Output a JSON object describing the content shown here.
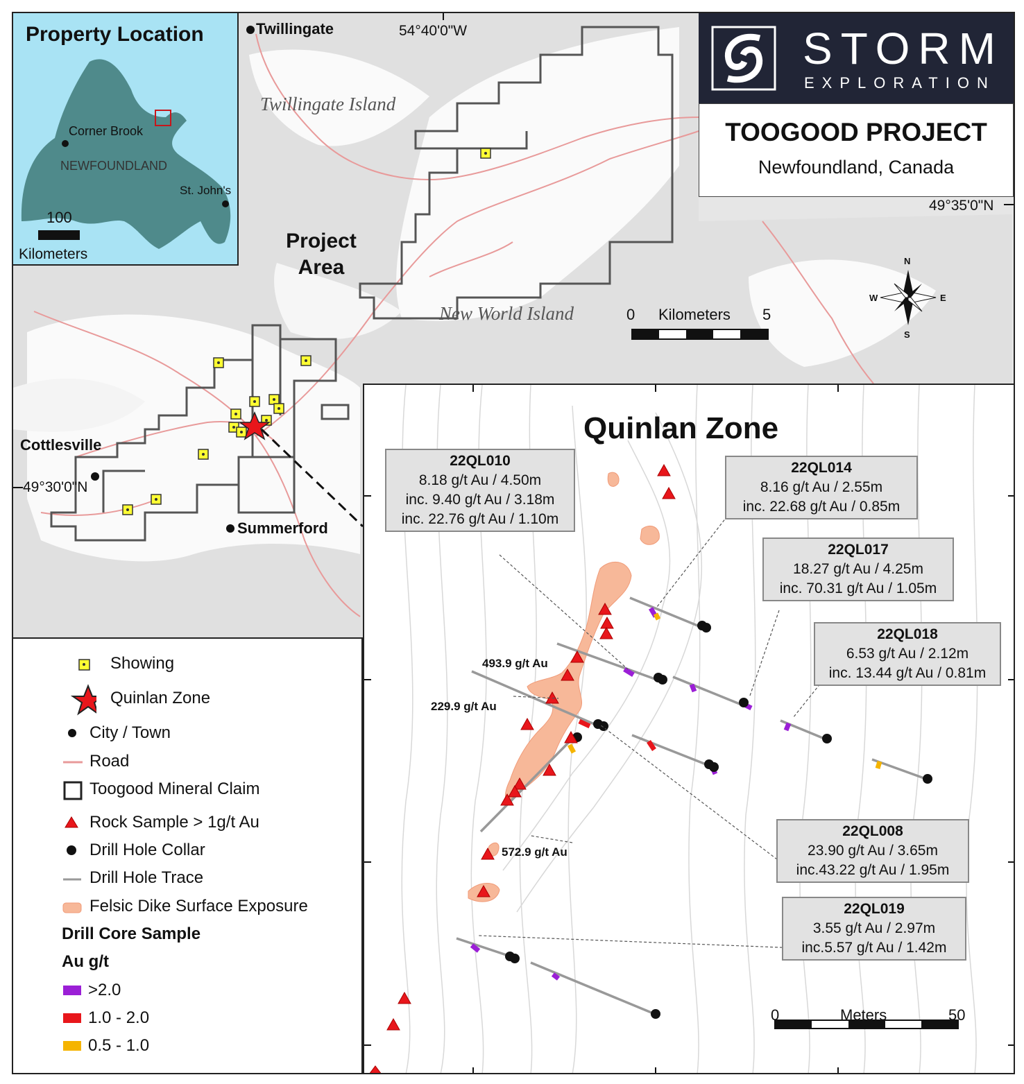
{
  "inset": {
    "title": "Property Location",
    "province": "NEWFOUNDLAND",
    "cities": [
      "Corner Brook",
      "St. John's"
    ],
    "scale_value": "100",
    "scale_unit": "Kilometers"
  },
  "logo": {
    "brand": "STORM",
    "sub": "EXPLORATION"
  },
  "project": {
    "title": "TOOGOOD PROJECT",
    "subtitle": "Newfoundland, Canada"
  },
  "main_map": {
    "towns": [
      "Twillingate",
      "Cottlesville",
      "Summerford"
    ],
    "islands": [
      "Twillingate Island",
      "New World Island"
    ],
    "project_area": [
      "Project",
      "Area"
    ],
    "coords": {
      "lon": "54°40'0\"W",
      "lat_north": "49°35'0\"N",
      "lat_south": "49°30'0\"N"
    },
    "scale": {
      "min": "0",
      "unit": "Kilometers",
      "max": "5"
    },
    "compass": {
      "n": "N",
      "s": "S",
      "e": "E",
      "w": "W"
    }
  },
  "zone": {
    "title": "Quinlan Zone",
    "point_labels": [
      "493.9 g/t Au",
      "229.9 g/t Au",
      "572.9 g/t Au"
    ],
    "scale": {
      "min": "0",
      "unit": "Meters",
      "max": "50"
    },
    "callouts": [
      {
        "id": "22QL010",
        "lines": [
          "8.18 g/t Au / 4.50m",
          "inc. 9.40 g/t Au / 3.18m",
          "inc. 22.76 g/t Au / 1.10m"
        ]
      },
      {
        "id": "22QL014",
        "lines": [
          "8.16 g/t Au / 2.55m",
          "inc. 22.68 g/t Au / 0.85m"
        ]
      },
      {
        "id": "22QL017",
        "lines": [
          "18.27 g/t Au / 4.25m",
          "inc. 70.31 g/t Au / 1.05m"
        ]
      },
      {
        "id": "22QL018",
        "lines": [
          "6.53 g/t Au / 2.12m",
          "inc. 13.44 g/t Au / 0.81m"
        ]
      },
      {
        "id": "22QL008",
        "lines": [
          "23.90 g/t Au / 3.65m",
          "inc.43.22 g/t Au / 1.95m"
        ]
      },
      {
        "id": "22QL019",
        "lines": [
          "3.55 g/t Au / 2.97m",
          "inc.5.57 g/t Au / 1.42m"
        ]
      }
    ]
  },
  "legend": {
    "items": [
      "Showing",
      "Quinlan Zone",
      "City / Town",
      "Road",
      "Toogood Mineral Claim",
      "Rock Sample > 1g/t Au",
      "Drill Hole Collar",
      "Drill Hole Trace",
      "Felsic Dike Surface Exposure"
    ],
    "core_heading": "Drill Core Sample",
    "unit_heading": "Au g/t",
    "classes": [
      ">2.0",
      "1.0 - 2.0",
      "0.5 - 1.0"
    ],
    "colors": {
      ">2.0": "#9b1fd6",
      "1.0 - 2.0": "#e8161b",
      "0.5 - 1.0": "#f5b400",
      "road": "#e89a9a",
      "showing": "#ffff33",
      "dike": "#f7b899",
      "star": "#e8161b"
    }
  }
}
